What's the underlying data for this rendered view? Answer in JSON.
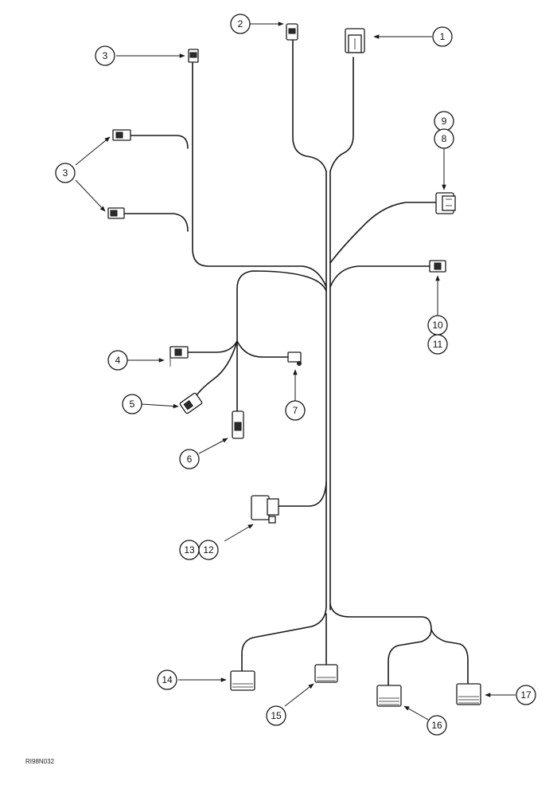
{
  "callouts": {
    "c1": "1",
    "c2": "2",
    "c3a": "3",
    "c3b": "3",
    "c4": "4",
    "c5": "5",
    "c6": "6",
    "c7": "7",
    "c8": "8",
    "c9": "9",
    "c10": "10",
    "c11": "11",
    "c12": "12",
    "c13": "13",
    "c14": "14",
    "c15": "15",
    "c16": "16",
    "c17": "17"
  },
  "figure_code": "RI98N032"
}
